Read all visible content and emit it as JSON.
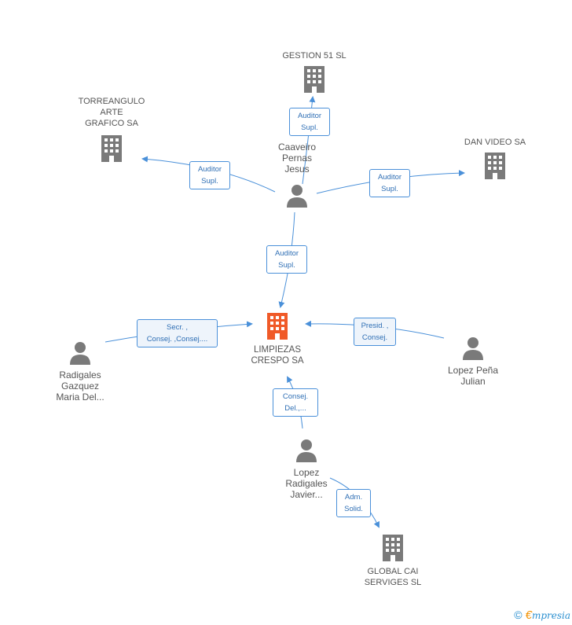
{
  "colors": {
    "edge": "#4a90d9",
    "company": "#7a7a7a",
    "company_main": "#f05a28",
    "person": "#7a7a7a"
  },
  "nodes": {
    "gestion": {
      "label": "GESTION 51 SL"
    },
    "torre": {
      "label": "TORREANGULO\nARTE\nGRAFICO SA"
    },
    "dan": {
      "label": "DAN VIDEO SA"
    },
    "caaveiro": {
      "label": "Caaveiro\nPernas\nJesus"
    },
    "main": {
      "label": "LIMPIEZAS\nCRESPO SA"
    },
    "radigales": {
      "label": "Radigales\nGazquez\nMaria Del..."
    },
    "lopez_pena": {
      "label": "Lopez Peña\nJulian"
    },
    "lopez_radigales": {
      "label": "Lopez\nRadigales\nJavier..."
    },
    "global": {
      "label": "GLOBAL CAI\nSERVIGES SL"
    }
  },
  "edges": {
    "e_gestion": {
      "label": "Auditor\nSupl."
    },
    "e_torre": {
      "label": "Auditor\nSupl."
    },
    "e_dan": {
      "label": "Auditor\nSupl."
    },
    "e_main_caaveiro": {
      "label": "Auditor\nSupl."
    },
    "e_radigales": {
      "label": "Secr. ,\nConsej. ,Consej...."
    },
    "e_lopez_pena": {
      "label": "Presid. ,\nConsej."
    },
    "e_lopez_radigales": {
      "label": "Consej.\nDel.,..."
    },
    "e_global": {
      "label": "Adm.\nSolid."
    }
  },
  "footer": {
    "copyright": "©",
    "brand_initial": "€",
    "brand_rest": "mpresia"
  }
}
